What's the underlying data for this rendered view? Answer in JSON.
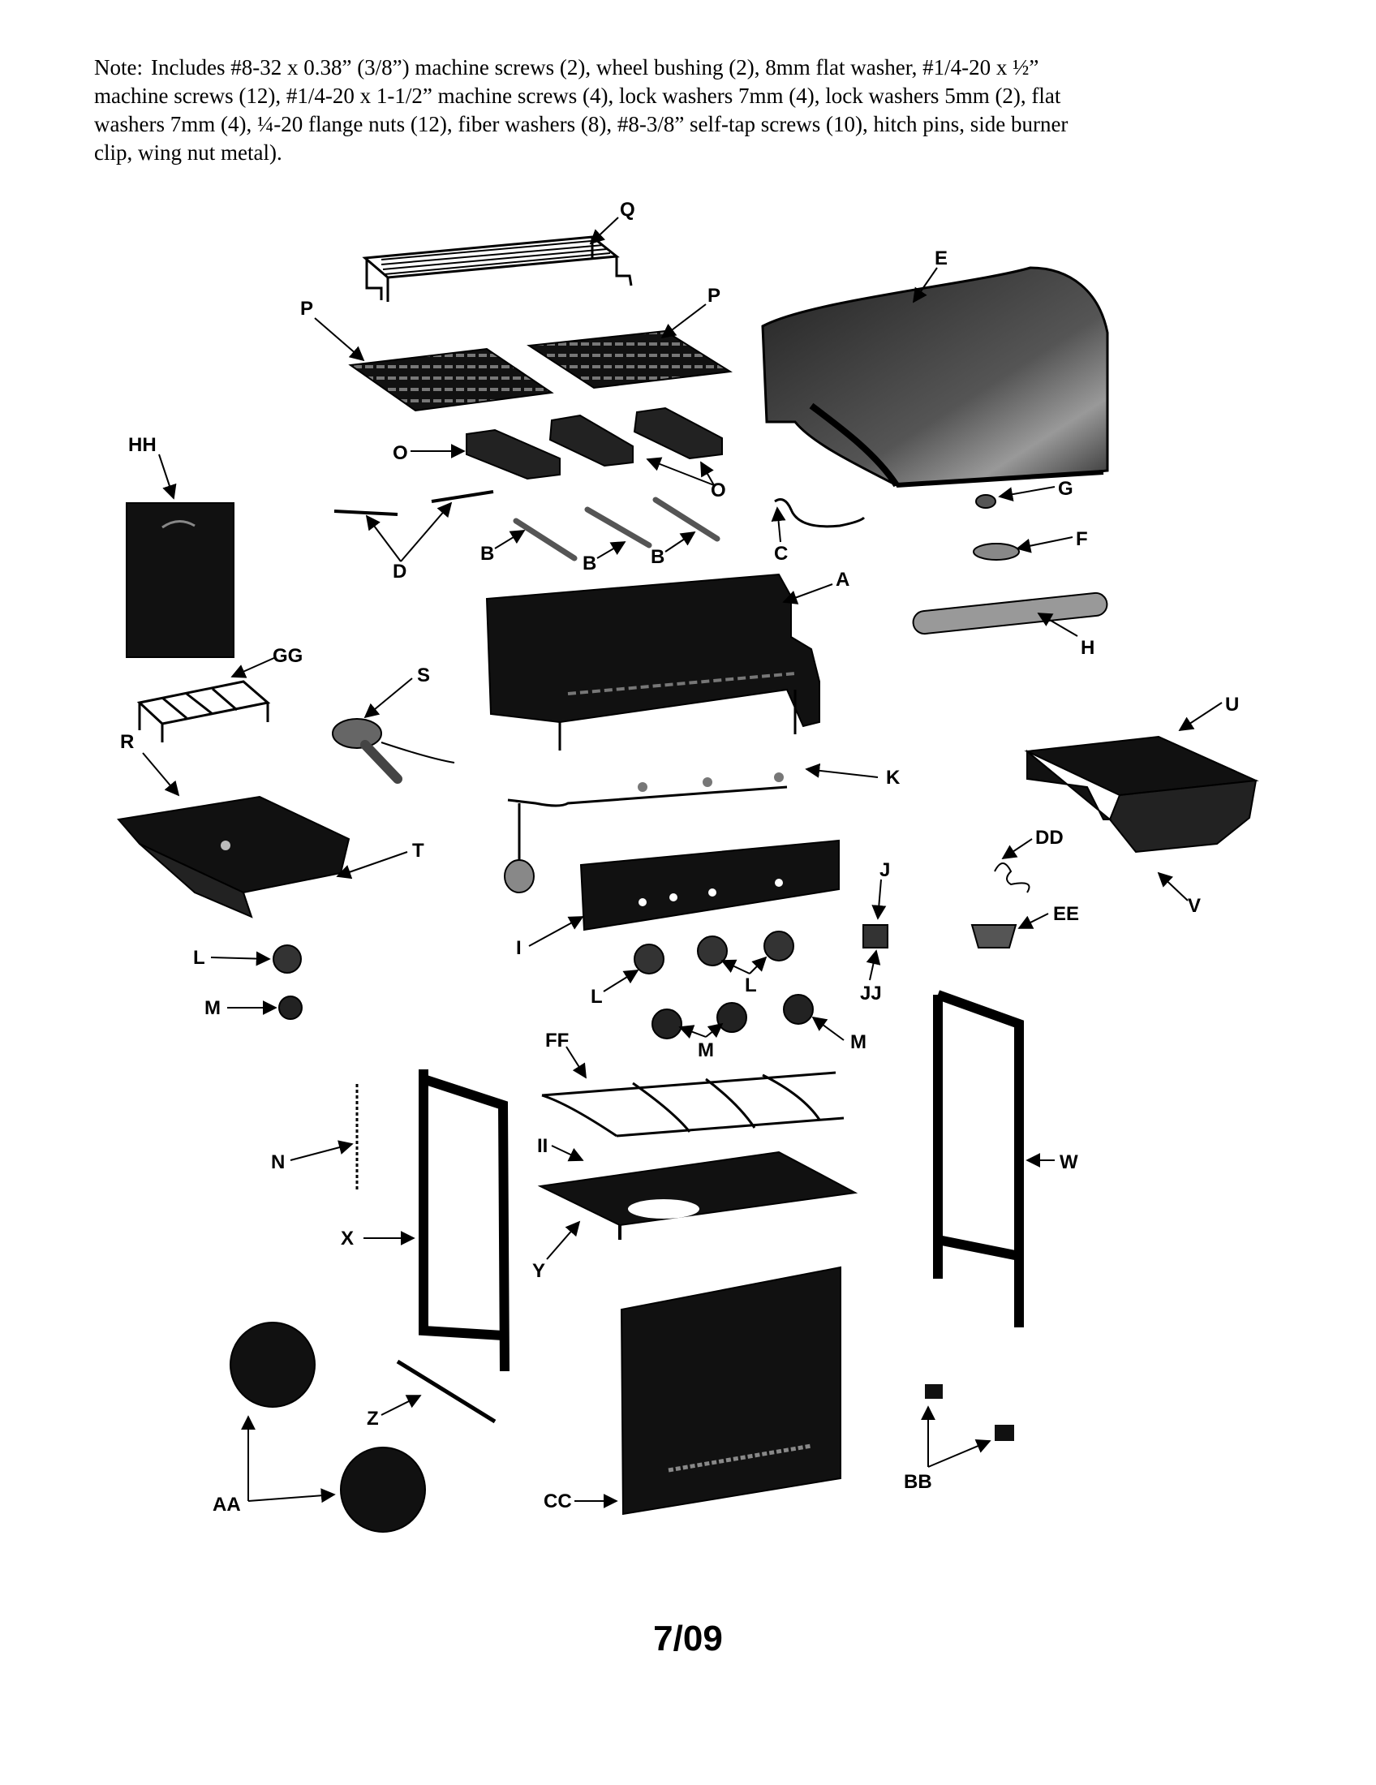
{
  "note": {
    "lead": "Note:",
    "text": "Includes #8-32 x 0.38” (3/8”) machine screws (2), wheel bushing (2), 8mm flat washer, #1/4-20 x ½” machine screws (12), #1/4-20 x 1-1/2” machine screws (4), lock washers 7mm (4), lock washers 5mm (2), flat washers 7mm (4), ¼-20 flange nuts (12), fiber washers (8), #8-3/8” self-tap screws (10), hitch pins, side burner clip, wing nut metal)."
  },
  "labels": {
    "Q": "Q",
    "E": "E",
    "P1": "P",
    "P2": "P",
    "HH": "HH",
    "O1": "O",
    "O2": "O",
    "G": "G",
    "F": "F",
    "D": "D",
    "B1": "B",
    "B2": "B",
    "B3": "B",
    "C": "C",
    "A": "A",
    "H": "H",
    "GG": "GG",
    "S": "S",
    "R": "R",
    "U": "U",
    "K": "K",
    "T": "T",
    "DD": "DD",
    "J": "J",
    "EE": "EE",
    "V": "V",
    "I": "I",
    "L1": "L",
    "L2": "L",
    "L3": "L",
    "JJ": "JJ",
    "M1": "M",
    "M2": "M",
    "M3": "M",
    "FF": "FF",
    "N": "N",
    "II": "II",
    "W": "W",
    "X": "X",
    "Y": "Y",
    "Z": "Z",
    "AA": "AA",
    "CC": "CC",
    "BB": "BB"
  },
  "footer": "7/09"
}
